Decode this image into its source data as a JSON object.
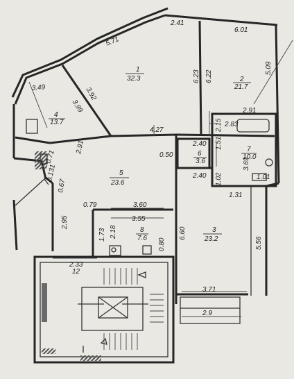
{
  "rooms": [
    {
      "id": "r1",
      "number": "1",
      "area": "32.3"
    },
    {
      "id": "r2",
      "number": "2",
      "area": "21.7"
    },
    {
      "id": "r3",
      "number": "3",
      "area": "23.2"
    },
    {
      "id": "r4",
      "number": "4",
      "area": "13.7"
    },
    {
      "id": "r5",
      "number": "5",
      "area": "23.6"
    },
    {
      "id": "r6",
      "number": "6",
      "area": "3.6"
    },
    {
      "id": "r7",
      "number": "7",
      "area": "10.0"
    },
    {
      "id": "r8",
      "number": "8",
      "area": "7.6"
    },
    {
      "id": "r12",
      "number": "12",
      "area": ""
    }
  ],
  "dimensions": {
    "d_241": "2.41",
    "d_601": "6.01",
    "d_571": "5.71",
    "d_509": "5.09",
    "d_349": "3.49",
    "d_392": "3.92",
    "d_399": "3.99",
    "d_623": "6.23",
    "d_622": "6.22",
    "d_291a": "2.91",
    "d_427": "4.27",
    "d_283": "2.83",
    "d_215": "2.15",
    "d_151": "1.51",
    "d_240a": "2.40",
    "d_050": "0.50",
    "d_291b": "2.91",
    "d_071": "0.71",
    "d_131a": "0.131",
    "d_067": "0.67",
    "d_369": "3.69",
    "d_240b": "2.40",
    "d_102": "1.02",
    "d_101": "1.01",
    "d_131b": "1.31",
    "d_079": "0.79",
    "d_360": "3.60",
    "d_355": "3.55",
    "d_295": "2.95",
    "d_173": "1.73",
    "d_218": "2.18",
    "d_080": "0.80",
    "d_660": "6.60",
    "d_556": "5.56",
    "d_233": "2.33",
    "d_371": "3.71",
    "d_29": "2.9"
  }
}
